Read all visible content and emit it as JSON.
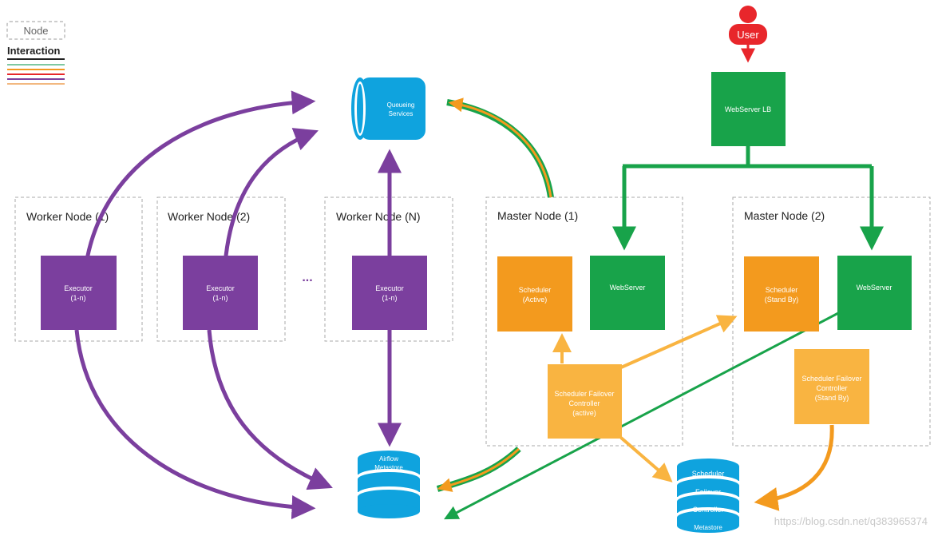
{
  "legend": {
    "node_label": "Node",
    "interaction_label": "Interaction",
    "colors": [
      "#9b9b9b",
      "#7c3aa0",
      "#16a04a",
      "#f39c21",
      "#c34bd7",
      "#f2b880"
    ]
  },
  "user": {
    "label": "User"
  },
  "webserver_lb": {
    "label": "WebServer LB"
  },
  "queue": {
    "line1": "Queueing",
    "line2": "Services"
  },
  "worker_nodes": [
    {
      "title": "Worker Node (1)",
      "executor": [
        "Executor",
        "(1-n)"
      ]
    },
    {
      "title": "Worker Node (2)",
      "executor": [
        "Executor",
        "(1-n)"
      ]
    },
    {
      "title": "Worker Node (N)",
      "executor": [
        "Executor",
        "(1-n)"
      ]
    }
  ],
  "ellipsis": "...",
  "master_nodes": [
    {
      "title": "Master Node (1)",
      "scheduler": [
        "Scheduler",
        "(Active)"
      ],
      "webserver": "WebServer"
    },
    {
      "title": "Master Node (2)",
      "scheduler": [
        "Scheduler",
        "(Stand By)"
      ],
      "webserver": "WebServer"
    }
  ],
  "failover_active": [
    "Scheduler Failover",
    "Controller",
    "(active)"
  ],
  "failover_standby": [
    "Scheduler Failover",
    "Controller",
    "(Stand By)"
  ],
  "airflow_metastore": [
    "Airflow",
    "Metastore"
  ],
  "sfc_metastore": [
    "Scheduler",
    "Failover",
    "Controller",
    "Metastore"
  ],
  "watermark": "https://blog.csdn.net/q383965374",
  "colors": {
    "purple": "#7b3f9e",
    "green": "#18a34a",
    "orange": "#f39a1e",
    "light_orange": "#f9b441",
    "blue": "#0fa3de",
    "red": "#e8262b"
  }
}
